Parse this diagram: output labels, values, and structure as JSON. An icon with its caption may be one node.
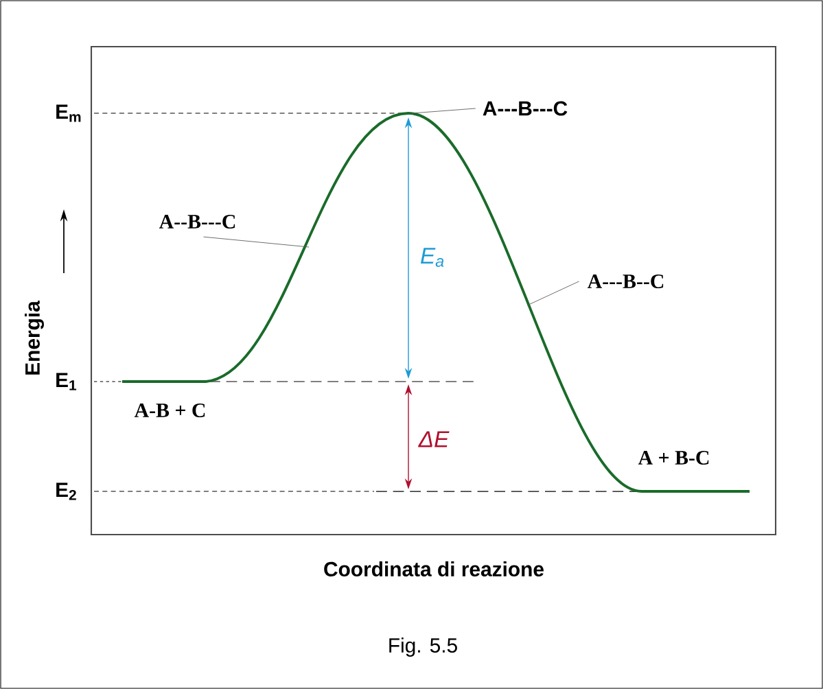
{
  "diagram": {
    "caption": "Fig. 5.5",
    "nodes": [
      {
        "text": [
          "A---B---C"
        ]
      },
      {
        "text": [
          "A--B---C"
        ]
      },
      {
        "text": [
          "A---B--C"
        ]
      }
    ],
    "edges": [
      {
        "from": 0,
        "to": null,
        "arrow": "none"
      },
      {
        "from": 1,
        "to": null,
        "arrow": "none"
      },
      {
        "from": 2,
        "to": null,
        "arrow": "none"
      }
    ],
    "labels": [
      "E$_{m}$",
      "E$_{a}$",
      "Energia",
      "E$_{1}$",
      "A-B + C",
      "ΔE",
      "E$_{2}$",
      "A + B-C",
      "Coordinata di reazione"
    ]
  }
}
